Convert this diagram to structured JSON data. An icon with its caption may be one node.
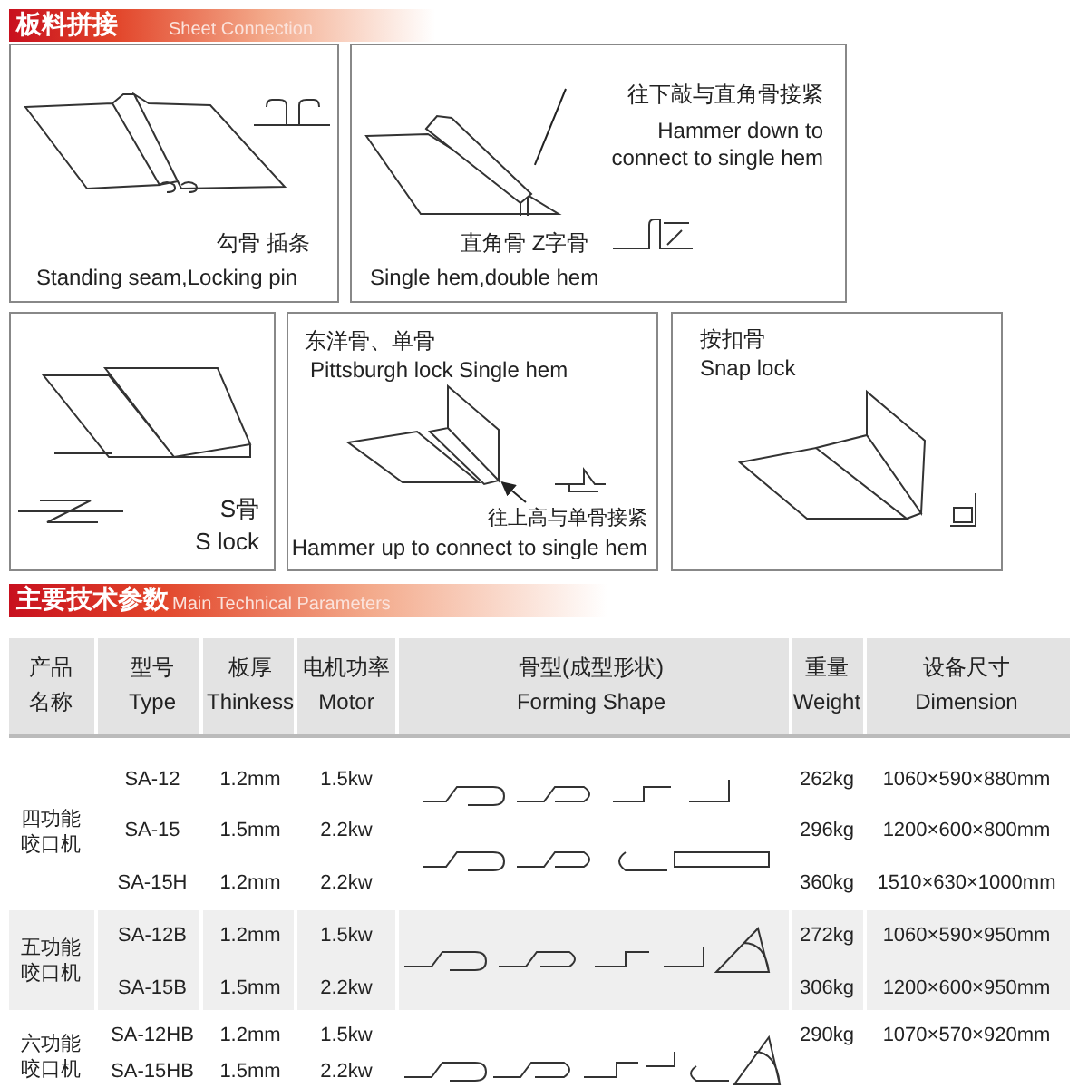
{
  "diagram": {
    "nodes": [
      {
        "text": [
          "勾骨 插条",
          "Standing seam,Locking pin"
        ]
      },
      {
        "text": [
          "直角骨 Z字骨",
          "Single hem,double hem"
        ]
      },
      {
        "text": [
          "往下敲与直角骨接紧",
          "Hammer down to connect to single hem"
        ],
        "in": 1
      },
      {
        "text": [],
        "shape": "picture",
        "in": 1
      },
      {
        "text": [
          "S骨",
          "S lock"
        ]
      },
      {
        "text": [
          "东洋骨、单骨",
          "Pittsburgh lock Single hem"
        ]
      },
      {
        "text": [],
        "shape": "picture",
        "in": 5
      },
      {
        "text": [
          "往上高与单骨接紧",
          "Hammer up to connect to single hem"
        ],
        "in": 5
      },
      {
        "text": [
          "按扣骨",
          "Snap lock"
        ]
      }
    ],
    "edges": [
      {
        "from": 2,
        "to": 3,
        "arrow": "none"
      },
      {
        "from": 7,
        "to": 6,
        "arrow": "to"
      }
    ],
    "labels": [
      "板料拼接",
      "Sheet Connection",
      "主要技术参数",
      "Main Technical Parameters",
      "产品名称",
      "型号 Type",
      "板厚 Thinkess",
      "电机功率 Motor",
      "骨型(成型形状) Forming Shape",
      "重量 Weight",
      "设备尺寸 Dimension",
      "SA-12",
      "1.2mm",
      "1.5kw",
      "262kg",
      "1060×590×880mm",
      "四功能咬口机",
      "SA-15",
      "1.5mm",
      "2.2kw",
      "296kg",
      "1200×600×800mm",
      "SA-15H",
      "1.2mm",
      "2.2kw",
      "360kg",
      "1510×630×1000mm",
      "五功能咬口机",
      "SA-12B",
      "1.2mm",
      "1.5kw",
      "272kg",
      "1060×590×950mm",
      "SA-15B",
      "1.5mm",
      "2.2kw",
      "306kg",
      "1200×600×950mm",
      "六功能咬口机",
      "SA-12HB",
      "1.2mm",
      "1.5kw",
      "290kg",
      "1070×570×920mm",
      "SA-15HB",
      "1.5mm",
      "2.2kw"
    ]
  }
}
